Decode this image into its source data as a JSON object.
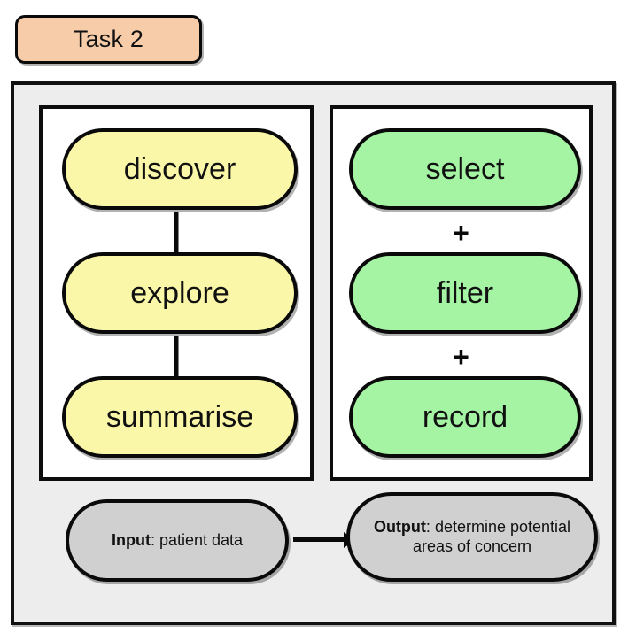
{
  "badge": {
    "label": "Task 2"
  },
  "left_column": {
    "stages": [
      {
        "label": "discover"
      },
      {
        "label": "explore"
      },
      {
        "label": "summarise"
      }
    ],
    "connector": "arrow-down"
  },
  "right_column": {
    "operations": [
      {
        "label": "select"
      },
      {
        "label": "filter"
      },
      {
        "label": "record"
      }
    ],
    "separator": "+"
  },
  "io_row": {
    "input": {
      "prefix": "Input",
      "separator": ": ",
      "text": "patient data"
    },
    "output": {
      "prefix": "Output",
      "separator": ": ",
      "text": "determine potential areas of concern"
    },
    "connector": "arrow-right"
  },
  "colors": {
    "badge_fill": "#F7CCA9",
    "panel_fill": "#EDEDED",
    "column_fill": "#FFFFFF",
    "stage_fill": "#FAF8A8",
    "operation_fill": "#A4F4A4",
    "io_fill": "#D0D0D0",
    "stroke": "#0A0A0A"
  }
}
